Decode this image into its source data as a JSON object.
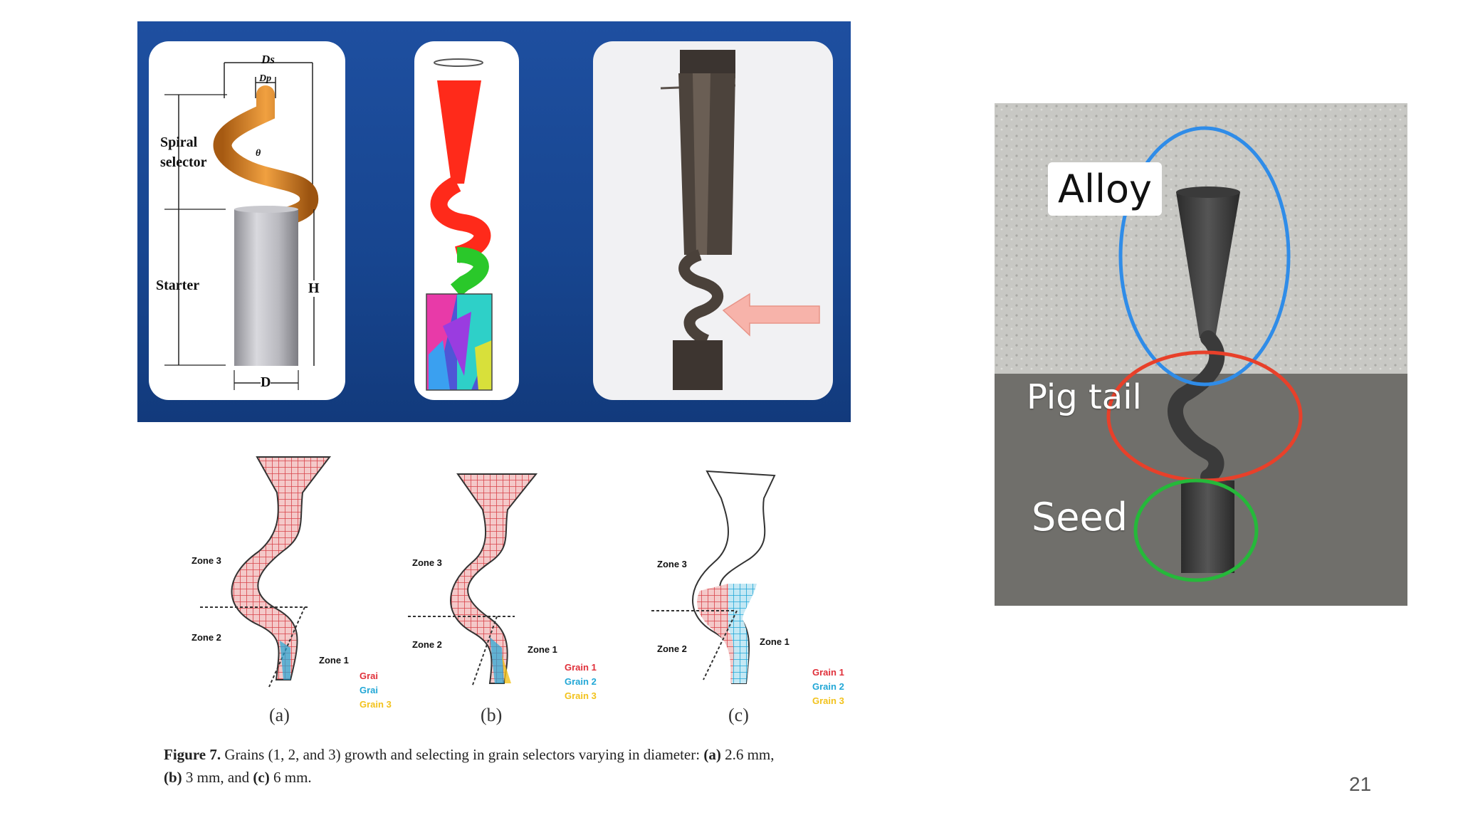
{
  "top_panel": {
    "card1": {
      "ds_label": "Ds",
      "dp_label": "Dp",
      "theta_label": "θ",
      "spiral_label": "Spiral\nselector",
      "starter_label": "Starter",
      "h_label": "H",
      "d_label": "D"
    }
  },
  "figure7": {
    "subfigures": [
      {
        "label": "(a)",
        "zones": [
          "Zone 3",
          "Zone 2",
          "Zone 1"
        ],
        "legend": [
          "Grai",
          "Grai",
          "Grain 3"
        ]
      },
      {
        "label": "(b)",
        "zones": [
          "Zone 3",
          "Zone 2",
          "Zone 1"
        ],
        "legend": [
          "Grain 1",
          "Grain 2",
          "Grain 3"
        ]
      },
      {
        "label": "(c)",
        "zones": [
          "Zone 3",
          "Zone 2",
          "Zone 1"
        ],
        "legend": [
          "Grain 1",
          "Grain 2",
          "Grain 3"
        ]
      }
    ],
    "legend_colors": [
      "#e0303a",
      "#22a7d6",
      "#f2c21c"
    ],
    "caption": {
      "figure_label": "Figure 7.",
      "text_1": " Grains (1, 2, and 3) growth and selecting in grain selectors varying in diameter: ",
      "a": "(a)",
      "text_2": " 2.6 mm,",
      "b": "(b)",
      "text_3": " 3 mm, and ",
      "c": "(c)",
      "text_4": " 6 mm."
    }
  },
  "photo": {
    "labels": {
      "alloy": "Alloy",
      "pig_tail": "Pig tail",
      "seed": "Seed"
    },
    "circle_colors": {
      "alloy": "#2f8ce8",
      "pig_tail": "#e8402a",
      "seed": "#25b93a"
    }
  },
  "page_number": "21"
}
